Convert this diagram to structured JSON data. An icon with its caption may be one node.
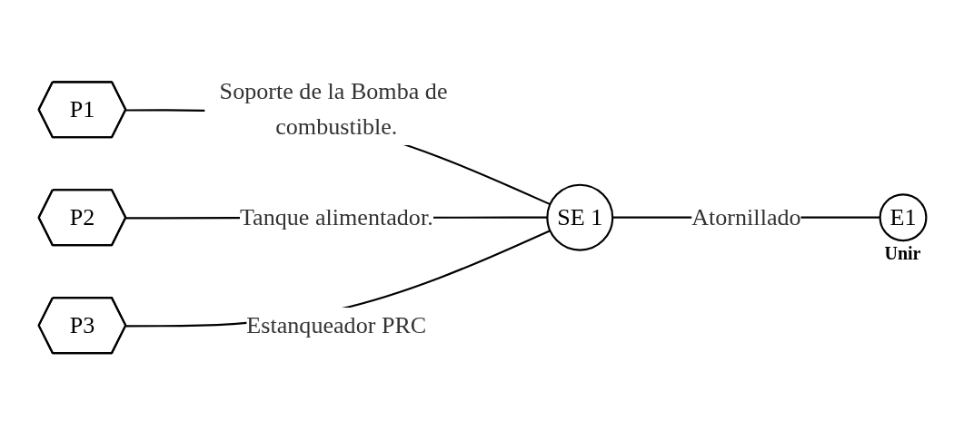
{
  "diagram": {
    "nodes": [
      {
        "text": [
          "P1"
        ]
      },
      {
        "text": [
          "P2"
        ]
      },
      {
        "text": [
          "P3"
        ]
      },
      {
        "text": [
          "SE 1"
        ]
      },
      {
        "text": [
          "E1"
        ],
        "beside": [
          "Unir"
        ]
      }
    ],
    "edges": [
      {
        "from": 0,
        "to": 3,
        "arrow": "none",
        "label": "Soporte de la Bomba de combustible."
      },
      {
        "from": 1,
        "to": 3,
        "arrow": "none",
        "label": "Tanque alimentador."
      },
      {
        "from": 2,
        "to": 3,
        "arrow": "none",
        "label": "Estanqueador PRC"
      },
      {
        "from": 3,
        "to": 4,
        "arrow": "none",
        "label": "Atornillado"
      }
    ]
  }
}
